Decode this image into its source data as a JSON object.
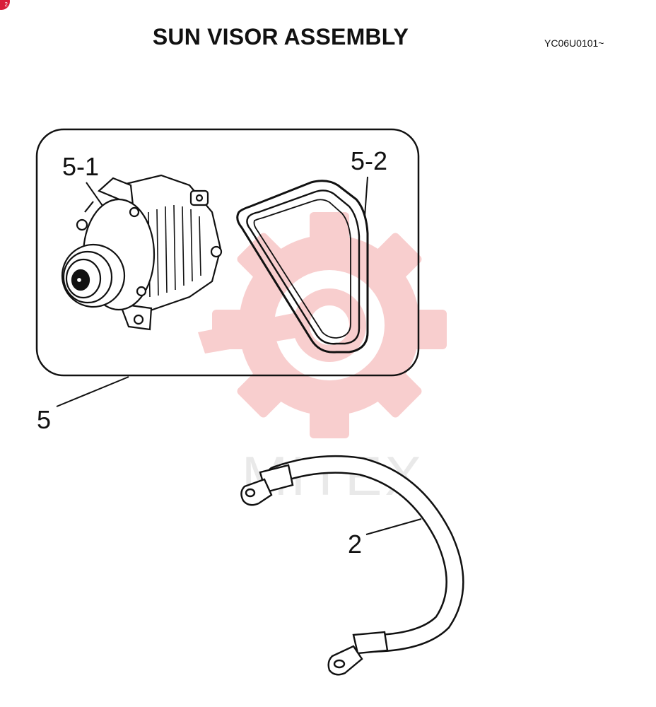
{
  "header": {
    "title": "SUN VISOR ASSEMBLY",
    "code": "YC06U0101~",
    "badge": "2"
  },
  "callouts": {
    "assembly": "5",
    "alternator": "5-1",
    "belt": "5-2",
    "cable": "2"
  },
  "watermark": {
    "text": "MITEX",
    "color": "#f7c6c6"
  },
  "colors": {
    "badge": "#d81e3a",
    "line": "#111111"
  }
}
